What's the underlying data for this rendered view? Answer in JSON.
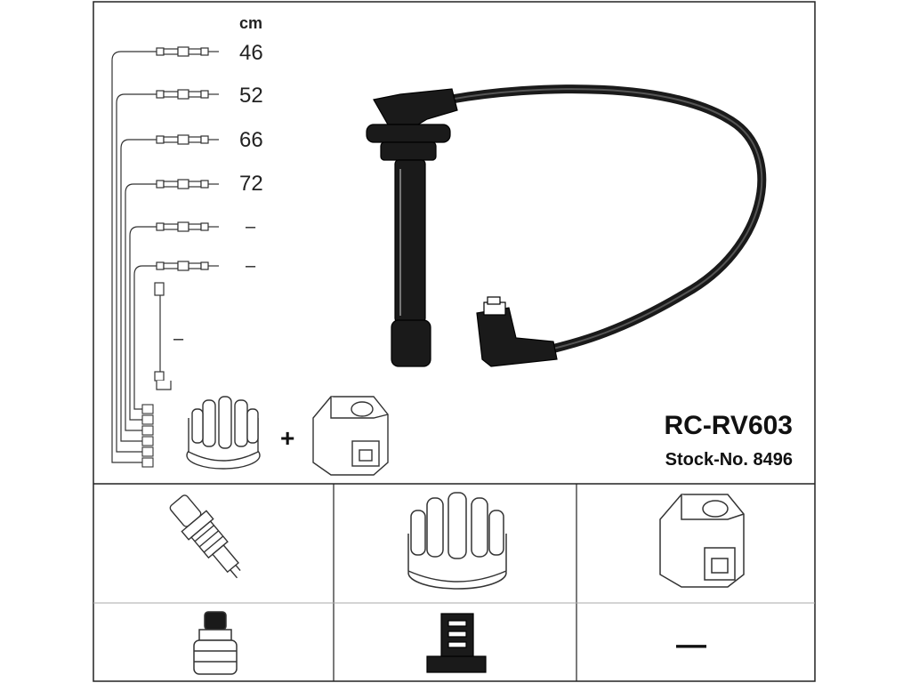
{
  "lengths": {
    "unit": "cm",
    "values": [
      "46",
      "52",
      "66",
      "72",
      "–",
      "–"
    ],
    "extra_value": "–"
  },
  "product": {
    "code": "RC-RV603",
    "stock_label": "Stock-No. 8496"
  },
  "accessory_plus": "+",
  "components": {
    "coil_end_value": "—"
  },
  "colors": {
    "line": "#222222",
    "cable": "#1a1a1a",
    "fill": "#ffffff"
  },
  "icons": [
    "wire-lead-icon",
    "distributor-cap-icon",
    "ignition-coil-icon",
    "spark-plug-icon",
    "plug-boot-icon",
    "connector-icon"
  ]
}
